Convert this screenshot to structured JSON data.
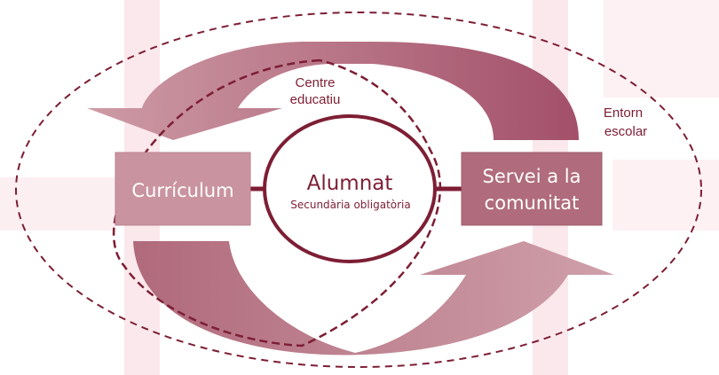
{
  "diagram": {
    "outer_label": {
      "line1": "Entorn",
      "line2": "escolar"
    },
    "inner_label": {
      "line1": "Centre",
      "line2": "educatiu"
    },
    "center": {
      "title": "Alumnat",
      "subtitle": "Secundària obligatòria"
    },
    "left_box": {
      "label": "Currículum"
    },
    "right_box": {
      "line1": "Servei a la",
      "line2": "comunitat"
    }
  },
  "colors": {
    "dark": "#7d1e34",
    "left_box": "#c9949f",
    "right_box": "#b06c7c",
    "arrow_light": "#cb98a2",
    "arrow_dark": "#a75668",
    "watermark": "#fbe8ec"
  }
}
